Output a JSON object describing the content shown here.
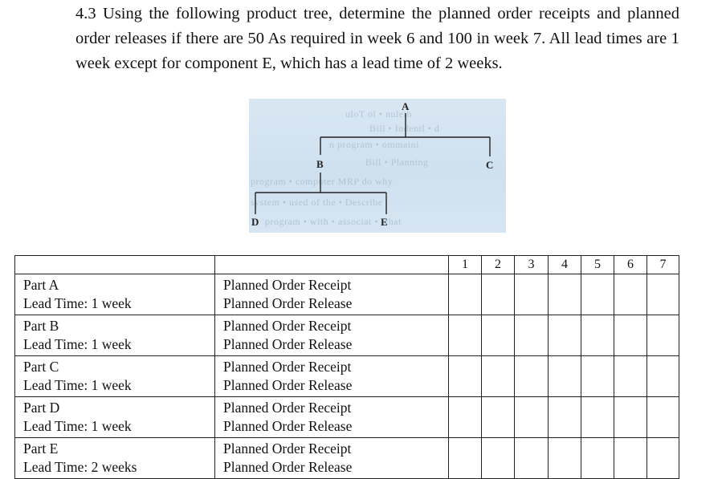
{
  "question": {
    "text": "4.3 Using the following product tree, determine the planned order receipts and planned order releases if there are 50 As required in week 6 and 100 in week 7. All lead times are 1 week except for component E, which has a lead time of 2 weeks."
  },
  "tree": {
    "root": "A",
    "level1": [
      "B",
      "C"
    ],
    "level2": [
      "D",
      "E"
    ]
  },
  "table": {
    "weeks": [
      "1",
      "2",
      "3",
      "4",
      "5",
      "6",
      "7"
    ],
    "plan_receipt_label": "Planned Order Receipt",
    "plan_release_label": "Planned Order Release",
    "parts": [
      {
        "name": "Part A",
        "lead": "Lead Time: 1 week"
      },
      {
        "name": "Part B",
        "lead": "Lead Time: 1 week"
      },
      {
        "name": "Part C",
        "lead": "Lead Time: 1 week"
      },
      {
        "name": "Part D",
        "lead": "Lead Time: 1 week"
      },
      {
        "name": "Part E",
        "lead": "Lead Time: 2 weeks"
      }
    ]
  }
}
